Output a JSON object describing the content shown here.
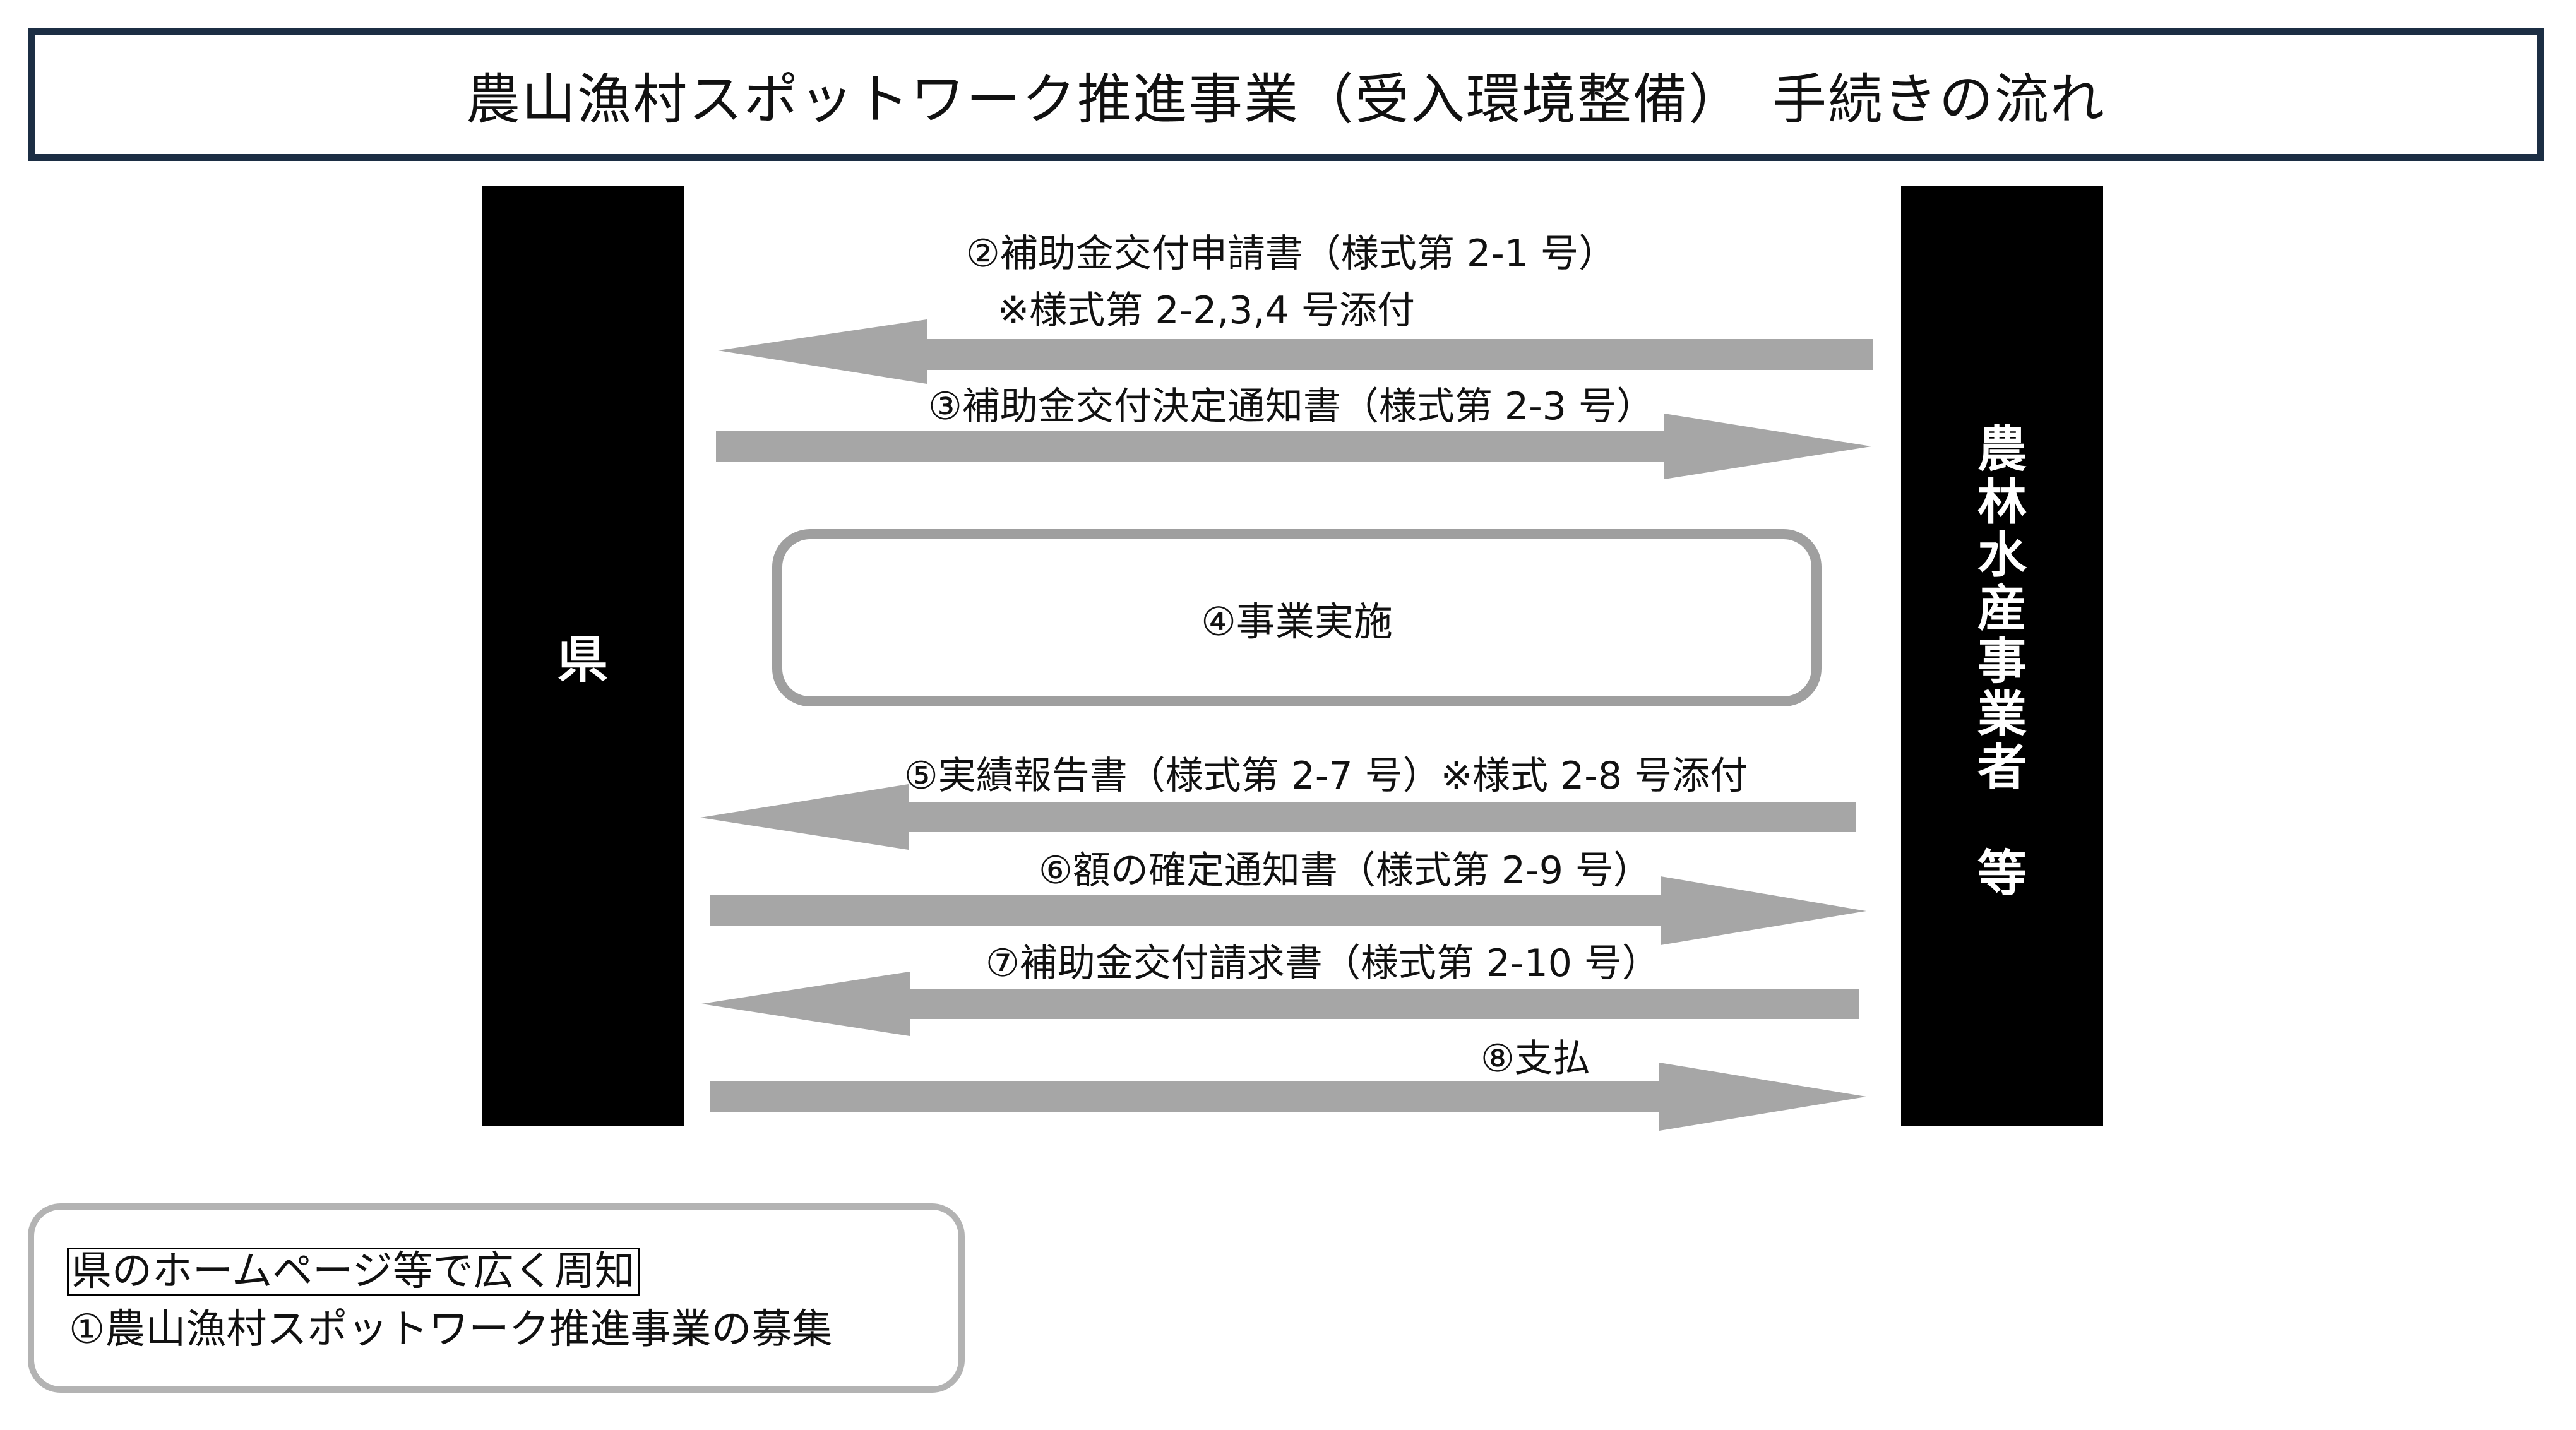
{
  "title": "農山漁村スポットワーク推進事業（受入環境整備）　手続きの流れ",
  "parties": {
    "left": "県",
    "right_chars": [
      "農",
      "林",
      "水",
      "産",
      "事",
      "業",
      "者",
      "",
      "等"
    ]
  },
  "steps": {
    "step2": "②補助金交付申請書（様式第 2-1 号）",
    "step2_note": "※様式第 2-2,3,4 号添付",
    "step3": "③補助金交付決定通知書（様式第 2-3 号）",
    "step4": "④事業実施",
    "step5": "⑤実績報告書（様式第 2-7 号）※様式 2-8 号添付",
    "step6": "⑥額の確定通知書（様式第 2-9 号）",
    "step7": "⑦補助金交付請求書（様式第 2-10 号）",
    "step8": "⑧支払"
  },
  "notice": {
    "heading": "県のホームページ等で広く周知",
    "item": "①農山漁村スポットワーク推進事業の募集"
  },
  "colors": {
    "title_border": "#1c2e44",
    "arrow": "#a6a6a6",
    "box_border": "#9f9f9f",
    "party_bg": "#000000"
  }
}
